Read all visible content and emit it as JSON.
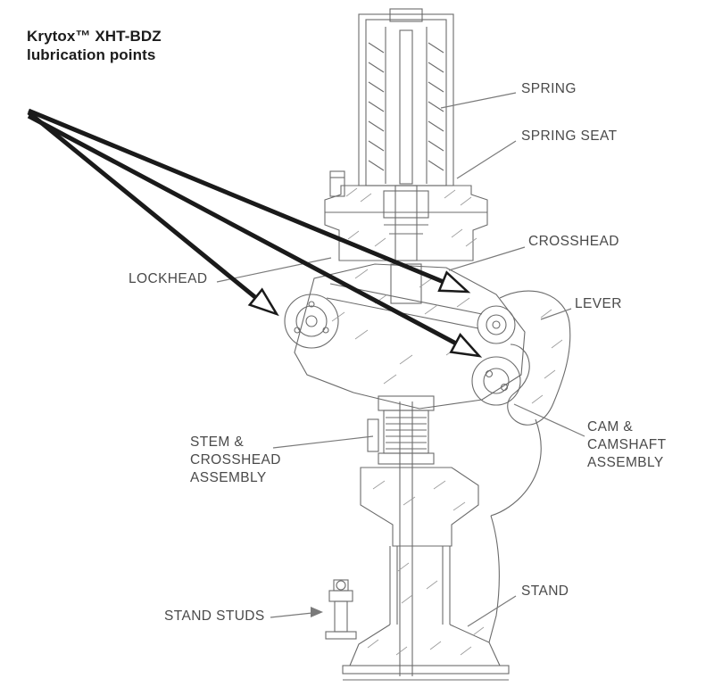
{
  "title": "Krytox™ XHT-BDZ\nlubrication points",
  "labels": {
    "spring": "SPRING",
    "spring_seat": "SPRING SEAT",
    "crosshead": "CROSSHEAD",
    "lockhead": "LOCKHEAD",
    "lever": "LEVER",
    "cam_camshaft_assembly": "CAM &\nCAMSHAFT\nASSEMBLY",
    "stem_crosshead_assembly": "STEM &\nCROSSHEAD\nASSEMBLY",
    "stand_studs": "STAND STUDS",
    "stand": "STAND"
  },
  "colors": {
    "arrow": "#1a1a1a",
    "drawing_line": "#6b6b6b",
    "hatch": "#9a9a9a",
    "leader_line": "#7a7a7a",
    "label_text": "#4a4a4a"
  }
}
